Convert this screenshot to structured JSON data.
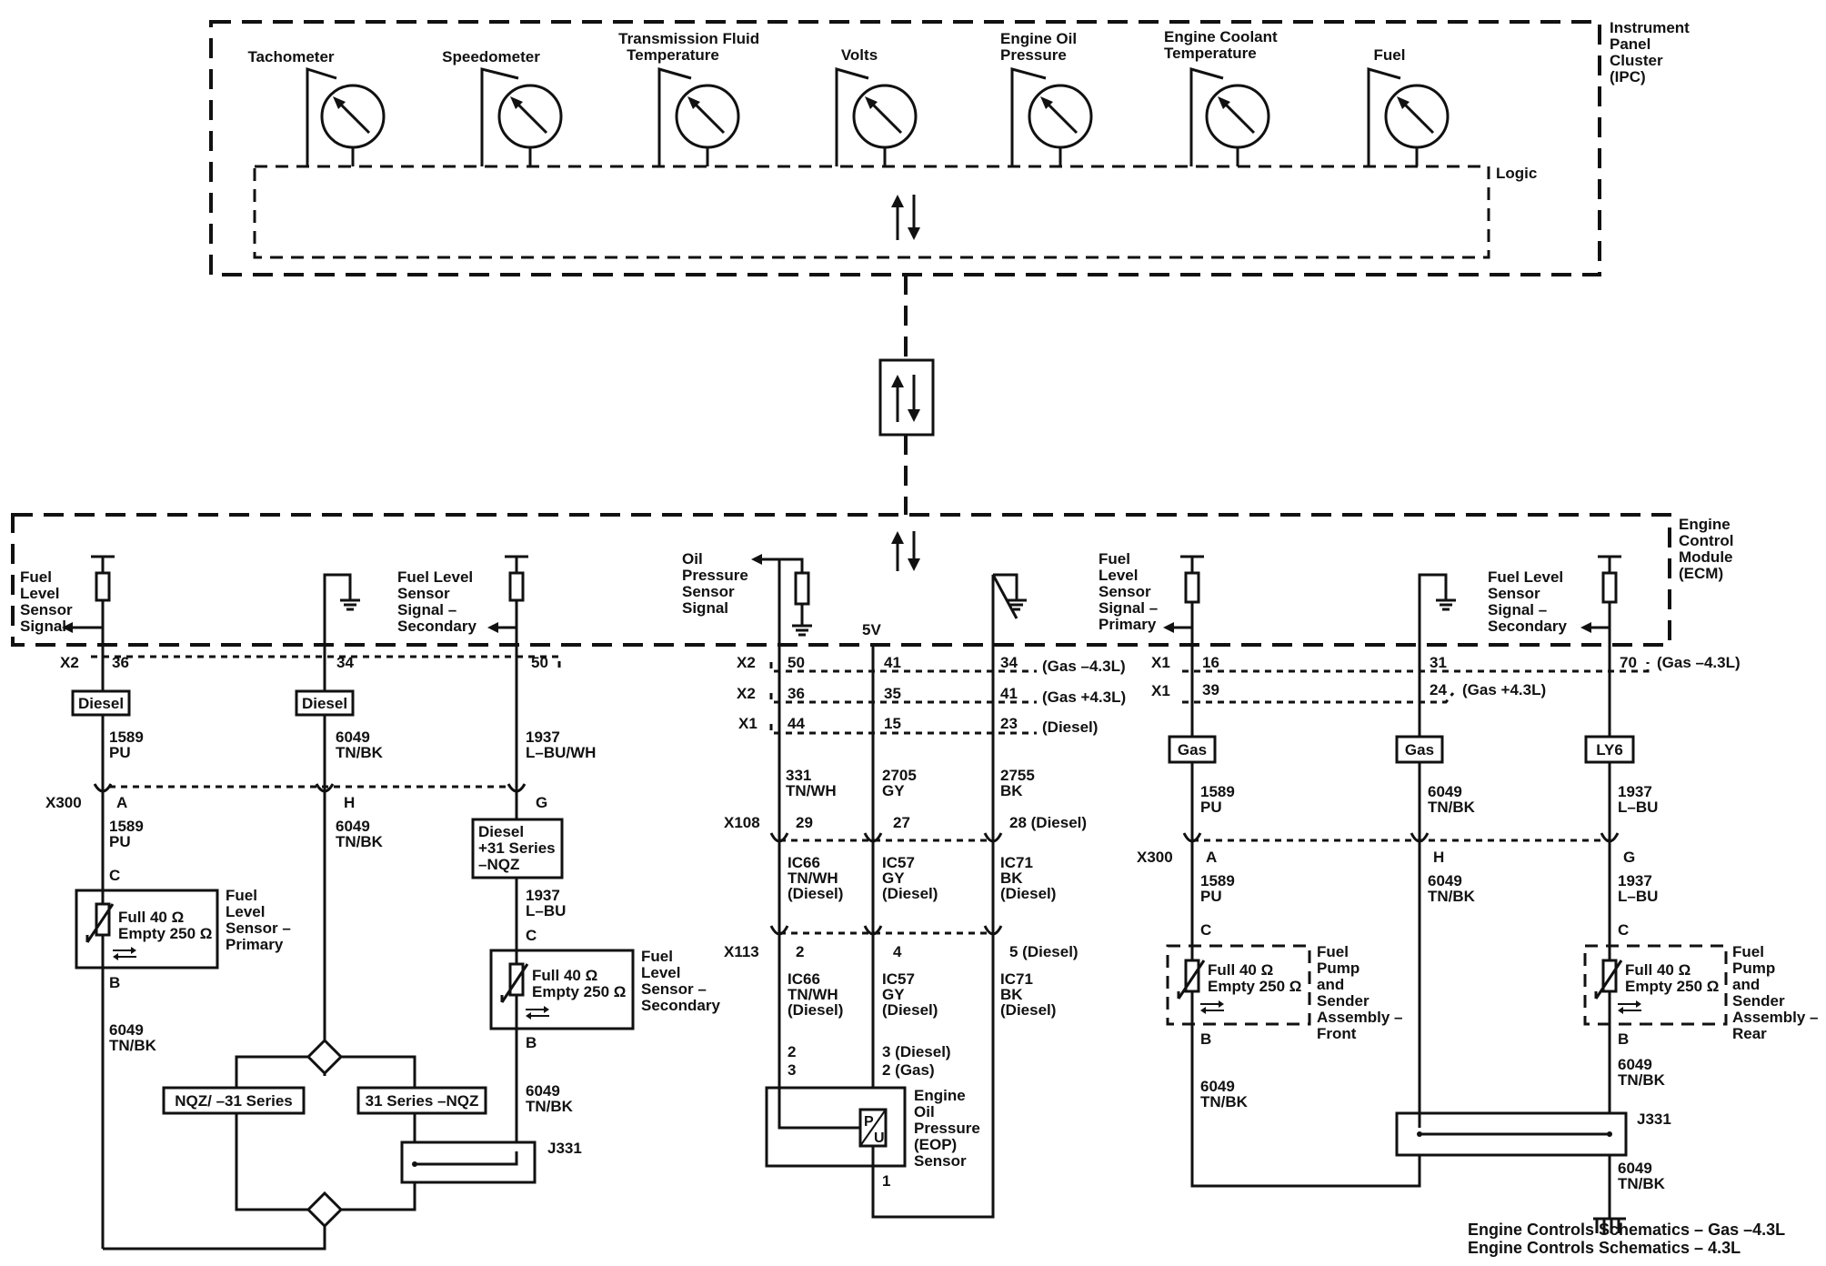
{
  "ipc": {
    "module_lines": [
      "Instrument",
      "Panel",
      "Cluster",
      "(IPC)"
    ],
    "logic_label": "Logic",
    "gauges": [
      {
        "lines": [
          "Tachometer"
        ]
      },
      {
        "lines": [
          "Speedometer"
        ]
      },
      {
        "lines": [
          "Transmission Fluid",
          "Temperature"
        ]
      },
      {
        "lines": [
          "Volts"
        ]
      },
      {
        "lines": [
          "Engine Oil",
          "Pressure"
        ]
      },
      {
        "lines": [
          "Engine Coolant",
          "Temperature"
        ]
      },
      {
        "lines": [
          "Fuel"
        ]
      }
    ]
  },
  "ecm": {
    "module_lines": [
      "Engine",
      "Control",
      "Module",
      "(ECM)"
    ],
    "signals": {
      "fuel_level_sensor_signal": [
        "Fuel",
        "Level",
        "Sensor",
        "Signal"
      ],
      "fuel_level_sensor_signal_secondary_left": [
        "Fuel Level",
        "Sensor",
        "Signal –",
        "Secondary"
      ],
      "oil_pressure_sensor_signal": [
        "Oil",
        "Pressure",
        "Sensor",
        "Signal"
      ],
      "fuel_level_sensor_signal_primary": [
        "Fuel",
        "Level",
        "Sensor",
        "Signal –",
        "Primary"
      ],
      "fuel_level_sensor_signal_secondary_right": [
        "Fuel Level",
        "Sensor",
        "Signal –",
        "Secondary"
      ]
    },
    "five_volt": "5V"
  },
  "connectors": {
    "x2": "X2",
    "x1": "X1",
    "x300": "X300",
    "x108": "X108",
    "x113": "X113",
    "j331": "J331"
  },
  "pins": {
    "left_x2": [
      "36",
      "34",
      "50"
    ],
    "left_x300": [
      "A",
      "H",
      "G"
    ],
    "center_x2_gas43_minus": [
      "50",
      "41",
      "34"
    ],
    "center_x2_gas43_plus": [
      "36",
      "35",
      "41"
    ],
    "center_x1_diesel": [
      "44",
      "15",
      "23"
    ],
    "center_x108": [
      "29",
      "27",
      "28 (Diesel)"
    ],
    "center_x113": [
      "2",
      "4",
      "5 (Diesel)"
    ],
    "eop_pins": [
      "2",
      "3",
      "3 (Diesel)",
      "2 (Gas)",
      "1"
    ],
    "right_x1_minus": [
      "16",
      "31",
      "70"
    ],
    "right_x1_plus": [
      "39",
      "24"
    ],
    "right_x300": [
      "A",
      "H",
      "G"
    ],
    "sensor_c": "C",
    "sensor_b": "B"
  },
  "conditions": {
    "gas_minus": "(Gas –4.3L)",
    "gas_plus": "(Gas +4.3L)",
    "diesel": "(Diesel)",
    "diesel_tag": "Diesel",
    "gas_tag": "Gas",
    "ly6_tag": "LY6",
    "nqz_minus_31": "NQZ/ –31 Series",
    "series31_minus_nqz": "31 Series –NQZ",
    "diesel_31_nqz": [
      "Diesel",
      "+31 Series",
      "–NQZ"
    ]
  },
  "wires": {
    "w1589_pu": [
      "1589",
      "PU"
    ],
    "w6049_tnbk": [
      "6049",
      "TN/BK"
    ],
    "w1937_lbuwh": [
      "1937",
      "L–BU/WH"
    ],
    "w1937_lbu": [
      "1937",
      "L–BU"
    ],
    "w331_tnwh": [
      "331",
      "TN/WH"
    ],
    "w2705_gy": [
      "2705",
      "GY"
    ],
    "w2755_bk": [
      "2755",
      "BK"
    ],
    "ic66": [
      "IC66",
      "TN/WH",
      "(Diesel)"
    ],
    "ic57": [
      "IC57",
      "GY",
      "(Diesel)"
    ],
    "ic71": [
      "IC71",
      "BK",
      "(Diesel)"
    ]
  },
  "sensors": {
    "range": [
      "Full 40 Ω",
      "Empty 250 Ω"
    ],
    "primary": [
      "Fuel",
      "Level",
      "Sensor –",
      "Primary"
    ],
    "secondary": [
      "Fuel",
      "Level",
      "Sensor –",
      "Secondary"
    ],
    "pump_front": [
      "Fuel",
      "Pump",
      "and",
      "Sender",
      "Assembly –",
      "Front"
    ],
    "pump_rear": [
      "Fuel",
      "Pump",
      "and",
      "Sender",
      "Assembly –",
      "Rear"
    ],
    "eop": [
      "Engine",
      "Oil",
      "Pressure",
      "(EOP)",
      "Sensor"
    ],
    "eop_symbol": [
      "P",
      "U"
    ]
  },
  "footer": {
    "ref1": "Engine Controls Schematics – Gas –4.3L",
    "ref2": "Engine Controls Schematics – 4.3L"
  }
}
